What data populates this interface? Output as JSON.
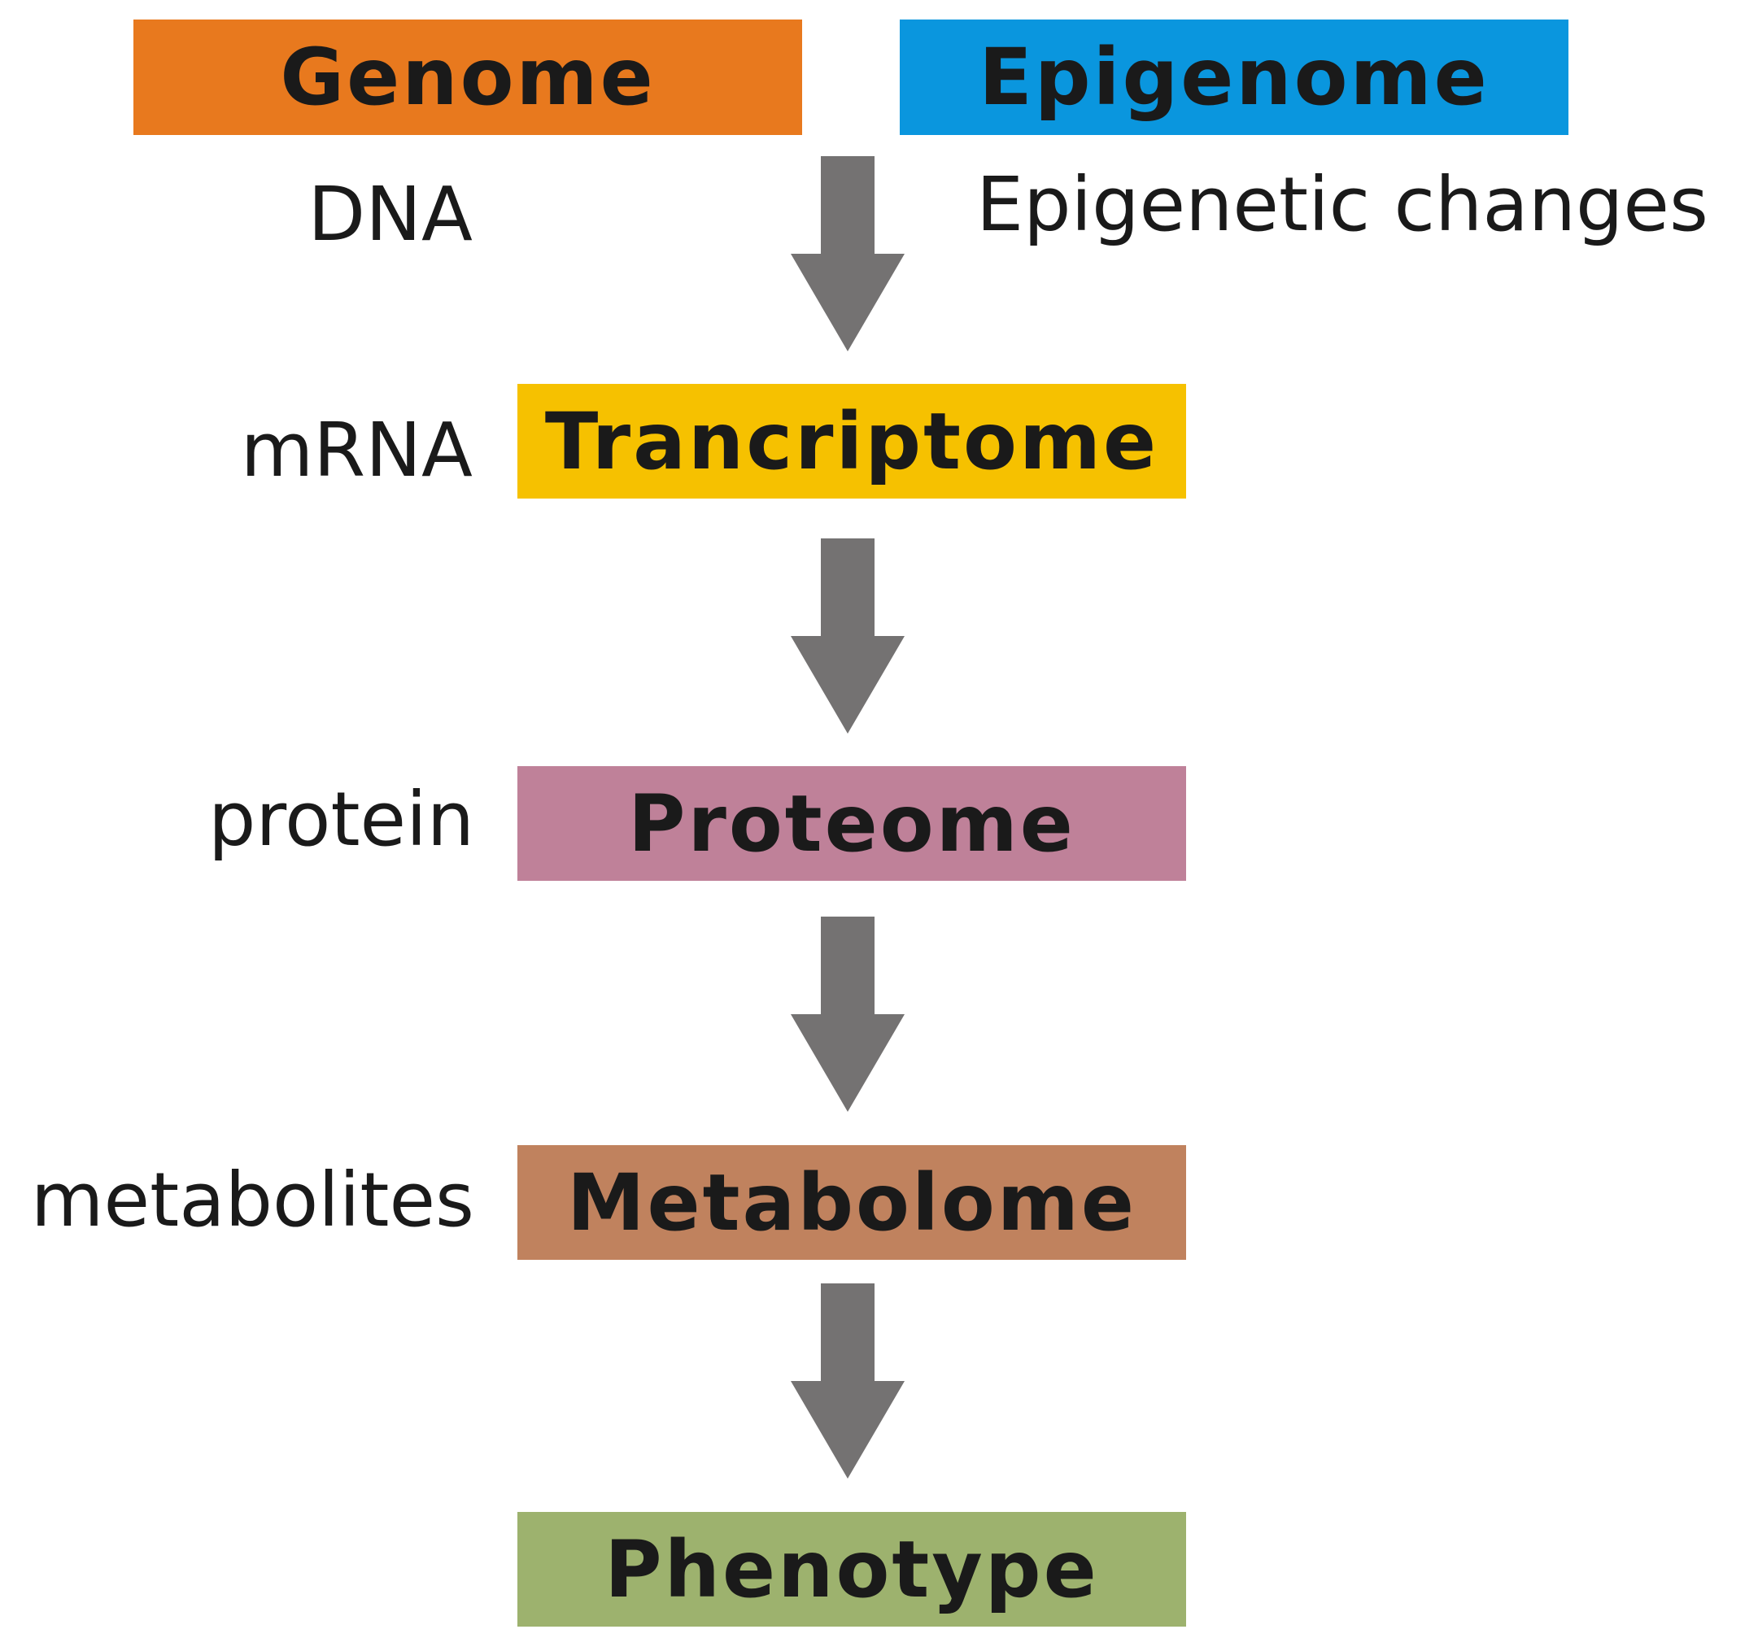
{
  "boxes": {
    "genome": {
      "label": "Genome",
      "color": "#E8791E"
    },
    "epigenome": {
      "label": "Epigenome",
      "color": "#0A96DE"
    },
    "transcriptome": {
      "label": "Trancriptome",
      "color": "#F6C100"
    },
    "proteome": {
      "label": "Proteome",
      "color": "#BF8199"
    },
    "metabolome": {
      "label": "Metabolome",
      "color": "#C0825E"
    },
    "phenotype": {
      "label": "Phenotype",
      "color": "#9DB26E"
    }
  },
  "side_labels": {
    "dna": "DNA",
    "mrna": "mRNA",
    "protein": "protein",
    "metabolites": "metabolites",
    "epigenetic_changes": "Epigenetic changes"
  },
  "arrow_color": "#747272"
}
